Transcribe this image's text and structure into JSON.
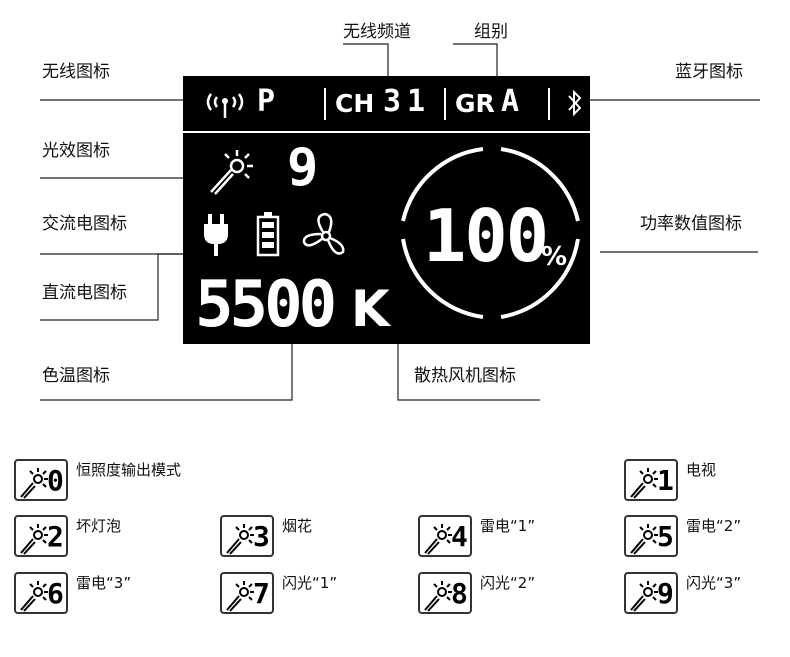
{
  "labels": {
    "wireless_channel": "无线频道",
    "group": "组别",
    "wireless_icon": "无线图标",
    "bluetooth_icon": "蓝牙图标",
    "light_effect_icon": "光效图标",
    "ac_power_icon": "交流电图标",
    "power_value_icon": "功率数值图标",
    "dc_power_icon": "直流电图标",
    "color_temp_icon": "色温图标",
    "fan_icon": "散热风机图标"
  },
  "display": {
    "wireless_mode": "P",
    "ch_label": "CH",
    "channel": "31",
    "gr_label": "GR",
    "group": "A",
    "effect_number": "9",
    "power_value": "100",
    "power_unit": "%",
    "color_temp": "5500",
    "color_temp_unit": "K"
  },
  "modes": [
    {
      "digit": "0",
      "name": "恒照度输出模式"
    },
    {
      "digit": "1",
      "name": "电视"
    },
    {
      "digit": "2",
      "name": "坏灯泡"
    },
    {
      "digit": "3",
      "name": "烟花"
    },
    {
      "digit": "4",
      "name": "雷电“1”"
    },
    {
      "digit": "5",
      "name": "雷电“2”"
    },
    {
      "digit": "6",
      "name": "雷电“3”"
    },
    {
      "digit": "7",
      "name": "闪光“1”"
    },
    {
      "digit": "8",
      "name": "闪光“2”"
    },
    {
      "digit": "9",
      "name": "闪光“3”"
    }
  ],
  "icons": [
    "antenna-icon",
    "bluetooth-icon",
    "magic-wand-icon",
    "plug-icon",
    "battery-icon",
    "fan-icon"
  ]
}
